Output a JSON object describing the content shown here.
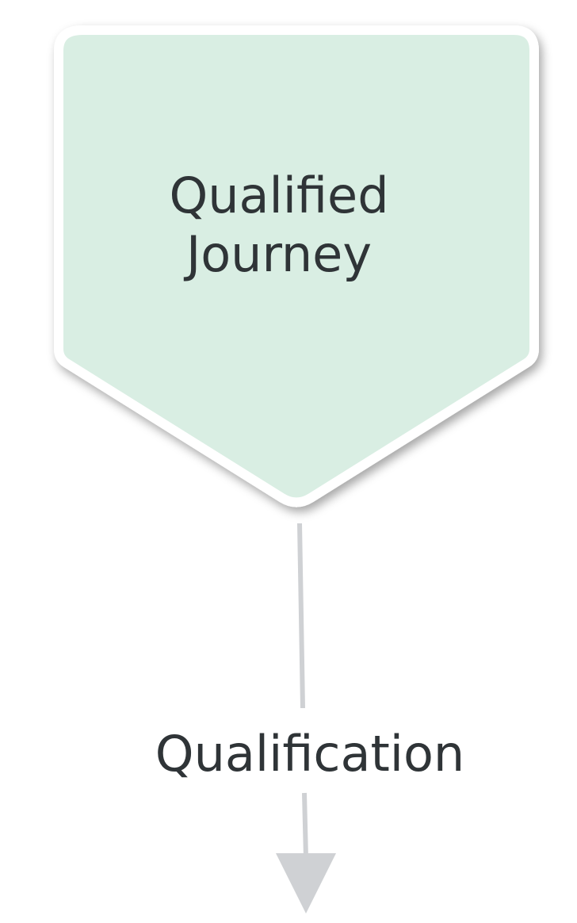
{
  "diagram": {
    "start_node": {
      "label_line1": "Qualified",
      "label_line2": "Journey",
      "fill_color": "#d9eee3",
      "border_color": "#ffffff"
    },
    "edge": {
      "label": "Qualification",
      "line_color": "#cfd1d4"
    }
  }
}
